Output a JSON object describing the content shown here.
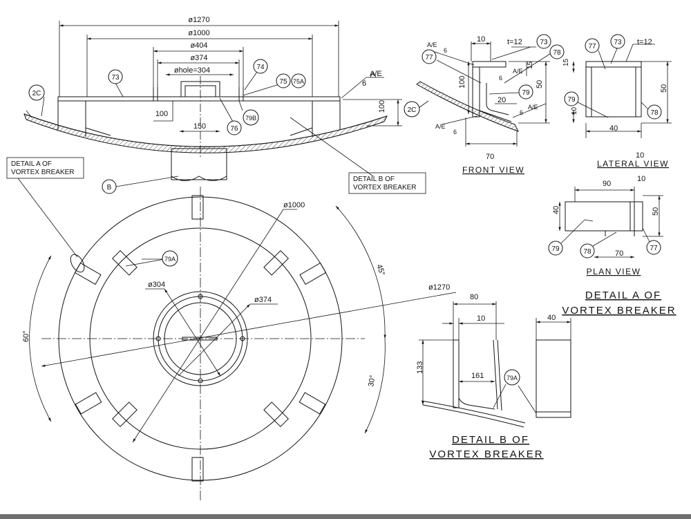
{
  "dims": {
    "d1270_top": "ø1270",
    "d1000_top": "ø1000",
    "d404": "ø404",
    "d374_top": "ø374",
    "dhole": "øhole=304",
    "h100_left": "100",
    "h100_right": "100",
    "w150": "150",
    "d1000_plan": "ø1000",
    "d304_plan": "ø304",
    "d374_plan": "ø374",
    "d1270_plan": "ø1270",
    "ang45": "45°",
    "ang60": "60°",
    "ang30": "30°",
    "fv_10": "10",
    "fv_t12": "t=12",
    "fv_100": "100",
    "fv_15": "15",
    "fv_50": "50",
    "fv_20": "20",
    "fv_70": "70",
    "lv_t12": "t=12",
    "lv_15": "15",
    "lv_50": "50",
    "lv_10": "10",
    "lv_40": "40",
    "lv_10b": "10",
    "pv_90": "90",
    "pv_10": "10",
    "pv_40": "40",
    "pv_50": "50",
    "pv_70": "70",
    "db_80": "80",
    "db_10": "10",
    "db_40": "40",
    "db_133": "133",
    "db_161": "161"
  },
  "weld": {
    "ae": "A/E",
    "six": "6"
  },
  "bubbles": {
    "b73": "73",
    "b74": "74",
    "b75": "75",
    "b75a": "75A",
    "b76": "76",
    "b79b": "79B",
    "b2c": "2C",
    "bB": "B",
    "b79a": "79A",
    "b77": "77",
    "b78": "78",
    "b79": "79"
  },
  "labels": {
    "detail_a_box_1": "DETAIL A OF",
    "detail_a_box_2": "VORTEX BREAKER",
    "detail_b_box_1": "DETAIL B OF",
    "detail_b_box_2": "VORTEX BREAKER",
    "front_view": "FRONT VIEW",
    "lateral_view": "LATERAL VIEW",
    "plan_view": "PLAN VIEW",
    "detail_a_title_1": "DETAIL A OF",
    "detail_a_title_2": "VORTEX BREAKER",
    "detail_b_title_1": "DETAIL B OF",
    "detail_b_title_2": "VORTEX BREAKER"
  }
}
